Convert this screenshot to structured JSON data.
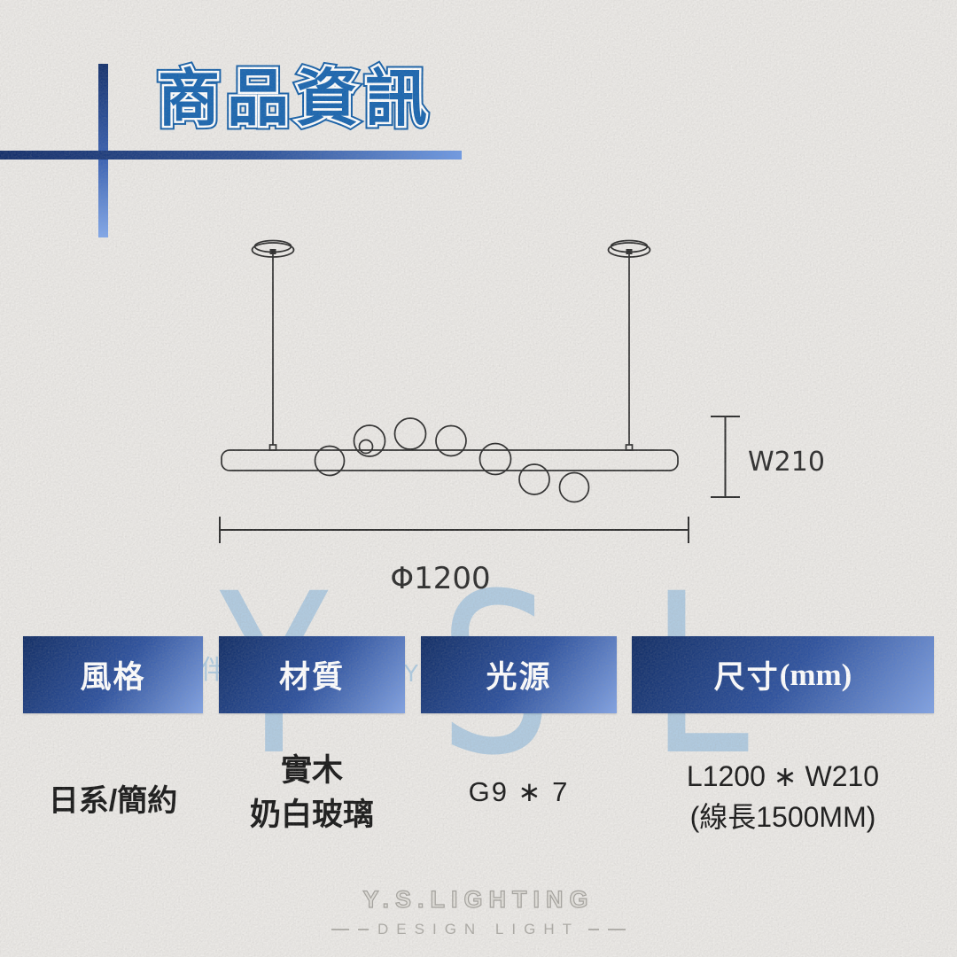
{
  "page": {
    "title": "商品資訊",
    "background_color": "#ebe9e6",
    "accent_blue": "#1a66b0",
    "bar_gradient": [
      "#14316d",
      "#82a9ec"
    ]
  },
  "diagram": {
    "width_label": "W210",
    "diameter_label": "Φ1200",
    "line_color": "#2d2d2d",
    "bulb_count": 7
  },
  "watermark": {
    "brand": "YSL",
    "letters": [
      "Y",
      "S",
      "L"
    ],
    "small_glyphs": [
      "伴",
      "Y"
    ],
    "color": "#a7c6df"
  },
  "spec_table": {
    "header_text_color": "#ffffff",
    "header_gradient": [
      "#122e66",
      "#2e529e",
      "#82a3e4"
    ],
    "columns": [
      {
        "header": "風格",
        "values": [
          "日系/簡約"
        ]
      },
      {
        "header": "材質",
        "values": [
          "實木",
          "奶白玻璃"
        ]
      },
      {
        "header": "光源",
        "values": [
          "G9 ∗ 7"
        ]
      },
      {
        "header": "尺寸",
        "header_suffix": "(mm)",
        "values": [
          "L1200 ∗ W210",
          "(線長1500MM)"
        ]
      }
    ]
  },
  "footer": {
    "brand": "Y.S.LIGHTING",
    "tagline": "DESIGN LIGHT"
  }
}
